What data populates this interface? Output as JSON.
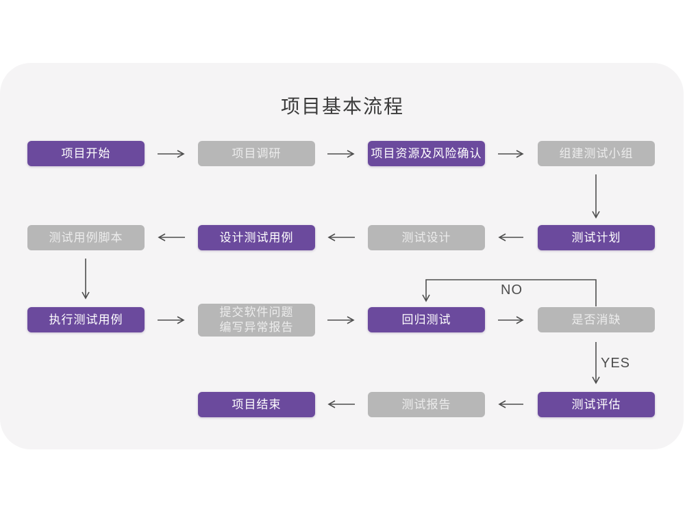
{
  "title": "项目基本流程",
  "colors": {
    "purple": "#6B4A9D",
    "gray": "#B7B7B7",
    "card_bg": "#F5F4F5",
    "arrow": "#4D4D4D",
    "title_text": "#3B3B3B",
    "node_text": "#FFFFFF",
    "node_text_gray": "#ECECEC"
  },
  "nodes": [
    {
      "id": "project-start",
      "label": "项目开始",
      "variant": "purple"
    },
    {
      "id": "project-research",
      "label": "项目调研",
      "variant": "gray"
    },
    {
      "id": "resource-risk",
      "label": "项目资源及风险确认",
      "variant": "purple"
    },
    {
      "id": "build-test-team",
      "label": "组建测试小组",
      "variant": "gray"
    },
    {
      "id": "test-case-script",
      "label": "测试用例脚本",
      "variant": "gray"
    },
    {
      "id": "design-test-cases",
      "label": "设计测试用例",
      "variant": "purple"
    },
    {
      "id": "test-design",
      "label": "测试设计",
      "variant": "gray"
    },
    {
      "id": "test-plan",
      "label": "测试计划",
      "variant": "purple"
    },
    {
      "id": "execute-test-cases",
      "label": "执行测试用例",
      "variant": "purple"
    },
    {
      "id": "submit-issues",
      "label": "提交软件问题\n编写异常报告",
      "variant": "gray"
    },
    {
      "id": "regression-test",
      "label": "回归测试",
      "variant": "purple"
    },
    {
      "id": "defect-cleared",
      "label": "是否消缺",
      "variant": "gray"
    },
    {
      "id": "project-end",
      "label": "项目结束",
      "variant": "purple"
    },
    {
      "id": "test-report",
      "label": "测试报告",
      "variant": "gray"
    },
    {
      "id": "test-evaluation",
      "label": "测试评估",
      "variant": "purple"
    }
  ],
  "edge_labels": {
    "no": "NO",
    "yes": "YES"
  }
}
